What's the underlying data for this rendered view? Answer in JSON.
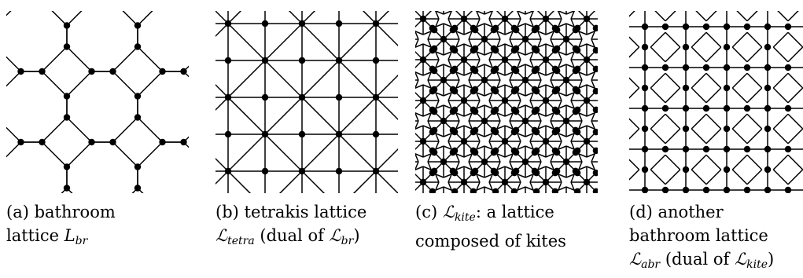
{
  "figure": {
    "panels": [
      {
        "id": "a",
        "caption_lines": [
          [
            {
              "t": "(a) bathroom"
            }
          ],
          [
            {
              "t": "lattice "
            },
            {
              "t": "L",
              "math": true
            },
            {
              "t": "br",
              "sub": true
            }
          ]
        ]
      },
      {
        "id": "b",
        "caption_lines": [
          [
            {
              "t": "(b) tetrakis lattice"
            }
          ],
          [
            {
              "t": "ℒ",
              "math": true
            },
            {
              "t": "tetra",
              "sub": true
            },
            {
              "t": " (dual of "
            },
            {
              "t": "ℒ",
              "math": true
            },
            {
              "t": "br",
              "sub": true
            },
            {
              "t": ")"
            }
          ]
        ]
      },
      {
        "id": "c",
        "caption_lines": [
          [
            {
              "t": "(c) "
            },
            {
              "t": "ℒ",
              "math": true
            },
            {
              "t": "kite",
              "sub": true
            },
            {
              "t": ": a lattice"
            }
          ],
          [
            {
              "t": "composed of kites"
            }
          ]
        ]
      },
      {
        "id": "d",
        "caption_lines": [
          [
            {
              "t": "(d) another"
            }
          ],
          [
            {
              "t": "bathroom lattice"
            }
          ],
          [
            {
              "t": "ℒ",
              "math": true
            },
            {
              "t": "abr",
              "sub": true
            },
            {
              "t": " (dual of "
            },
            {
              "t": "ℒ",
              "math": true
            },
            {
              "t": "kite",
              "sub": true
            },
            {
              "t": ")"
            }
          ]
        ]
      }
    ],
    "colors": {
      "stroke": "#000000",
      "vertex": "#000000",
      "background": "#ffffff"
    }
  }
}
